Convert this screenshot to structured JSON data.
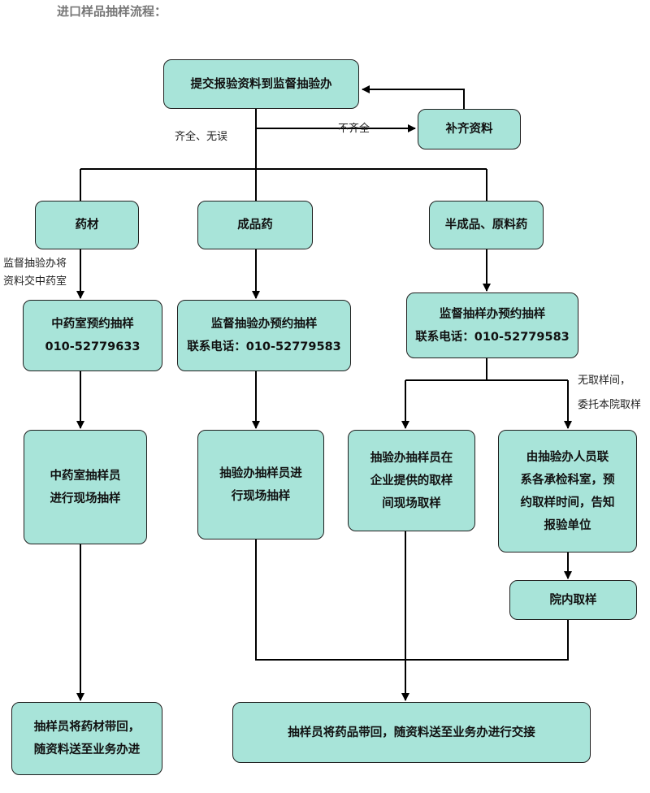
{
  "title": "进口样品抽样流程：",
  "nodes": {
    "submit": "提交报验资料到监督抽验办",
    "supplement": "补齐资料",
    "herbal": "药材",
    "finished": "成品药",
    "semi": "半成品、原料药",
    "tcm_appoint": "中药室预约抽样\n010-52779633",
    "supervise_appoint": "监督抽验办预约抽样\n联系电话：010-52779583",
    "supervise_appoint2": "监督抽样办预约抽样\n联系电话：010-52779583",
    "tcm_sampler": "中药室抽样员\n进行现场抽样",
    "office_sampler": "抽验办抽样员进\n行现场抽样",
    "office_sampler_site": "抽验办抽样员在\n企业提供的取样\n间现场取样",
    "office_staff": "由抽验办人员联\n系各承检科室，预\n约取样时间，告知\n报验单位",
    "in_house": "院内取样",
    "bring_herbal": "抽样员将药材带回，\n随资料送至业务办进",
    "bring_drug": "抽样员将药品带回，随资料送至业务办进行交接"
  },
  "labels": {
    "complete": "齐全、无误",
    "incomplete": "不齐全",
    "transfer": "监督抽验办将\n资料交中药室",
    "no_room": "无取样间，\n委托本院取样"
  }
}
